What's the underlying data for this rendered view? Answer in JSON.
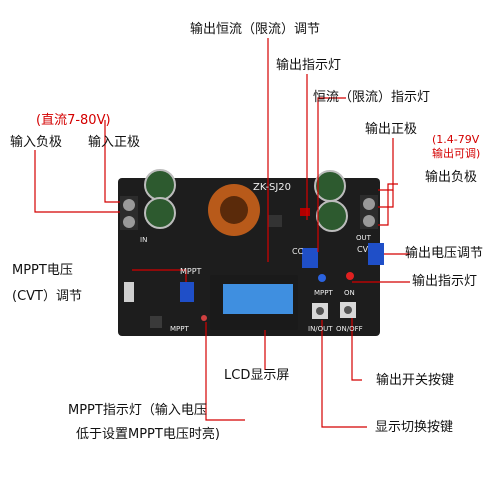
{
  "labels": {
    "cc_adjust": "输出恒流（限流）调节",
    "out_indicator_top": "输出指示灯",
    "cc_indicator": "恒流（限流）指示灯",
    "input_range": "(直流7-80V)",
    "input_neg": "输入负极",
    "input_pos": "输入正极",
    "output_pos": "输出正极",
    "output_range": "(1.4-79V",
    "output_adjustable": "输出可调)",
    "output_neg": "输出负极",
    "voltage_adjust": "输出电压调节",
    "output_indicator": "输出指示灯",
    "mppt_voltage": "MPPT电压",
    "cvt_adjust": "(CVT）调节",
    "lcd": "LCD显示屏",
    "output_switch": "输出开关按键",
    "mppt_indicator_line1": "MPPT指示灯（输入电压",
    "mppt_indicator_line2": "低于设置MPPT电压时亮)",
    "display_switch": "显示切换按键"
  },
  "board": {
    "model": "ZK-SJ20",
    "silk_mppt": "MPPT",
    "silk_cc": "CC",
    "silk_cv": "CV",
    "silk_on": "ON",
    "silk_in_out": "IN/OUT",
    "silk_on_off": "ON/OFF",
    "silk_in": "IN",
    "silk_out": "OUT",
    "silk_mppt_bottom": "MPPT",
    "silk_mppt_right": "MPPT"
  },
  "colors": {
    "accent_red": "#d40000",
    "board": "#1d1d1d",
    "lcd": "#3f8fe0",
    "pot": "#1f4fc8"
  }
}
